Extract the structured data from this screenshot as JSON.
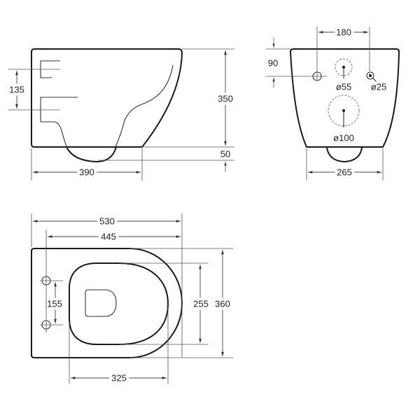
{
  "side_view": {
    "dim_pipe_spacing": "135",
    "dim_height": "350",
    "dim_bowl_drop": "50",
    "dim_depth": "390"
  },
  "front_view": {
    "dim_hole_spacing": "180",
    "dim_hole_height": "90",
    "hole_small": "ø55",
    "hole_right": "ø25",
    "hole_large": "ø100",
    "dim_width": "265"
  },
  "top_view": {
    "dim_total_length": "530",
    "dim_length_from_holes": "445",
    "dim_mount_spacing": "155",
    "dim_seat_width": "255",
    "dim_total_width": "360",
    "dim_seat_length": "325"
  }
}
